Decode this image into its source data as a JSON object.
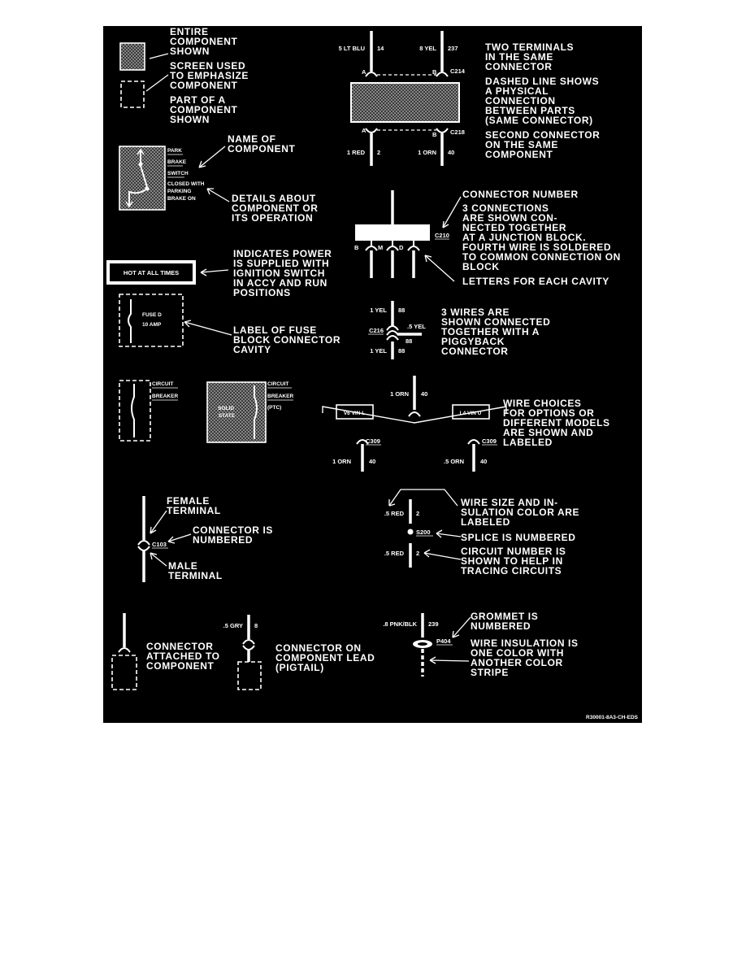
{
  "legend": {
    "component_types": {
      "entire": [
        "ENTIRE",
        "COMPONENT",
        "SHOWN"
      ],
      "screen": [
        "SCREEN USED",
        "TO EMPHASIZE",
        "COMPONENT"
      ],
      "part": [
        "PART OF A",
        "COMPONENT",
        "SHOWN"
      ]
    },
    "two_terminals": {
      "top_left_wire": "5 LT BLU",
      "top_left_circuit": "14",
      "top_right_wire": "8 YEL",
      "top_right_circuit": "237",
      "cavity_a_top": "A",
      "cavity_b_top": "B",
      "connector_top": "C214",
      "cavity_a_bottom": "A",
      "cavity_b_bottom": "B",
      "connector_bottom": "C218",
      "bottom_left_wire": "1 RED",
      "bottom_left_circuit": "2",
      "bottom_right_wire": "1 ORN",
      "bottom_right_circuit": "40",
      "note_terminals": [
        "TWO TERMINALS",
        "IN THE SAME",
        "CONNECTOR"
      ],
      "note_dashed": [
        "DASHED LINE SHOWS",
        "A PHYSICAL",
        "CONNECTION",
        "BETWEEN PARTS",
        "(SAME CONNECTOR)"
      ],
      "note_second": [
        "SECOND CONNECTOR",
        "ON THE SAME",
        "COMPONENT"
      ]
    },
    "park_brake": {
      "name_lines": [
        "PARK",
        "BRAKE",
        "SWITCH"
      ],
      "detail_lines": [
        "CLOSED WITH",
        "PARKING",
        "BRAKE ON"
      ],
      "note_name": [
        "NAME OF",
        "COMPONENT"
      ],
      "note_details": [
        "DETAILS ABOUT",
        "COMPONENT OR",
        "ITS OPERATION"
      ]
    },
    "junction": {
      "note_connector": "CONNECTOR NUMBER",
      "connector_number": "C210",
      "cavities": [
        "B",
        "M",
        "D"
      ],
      "note_connections": [
        "3 CONNECTIONS",
        "ARE SHOWN CON-",
        "NECTED TOGETHER",
        "AT A JUNCTION BLOCK.",
        "FOURTH WIRE IS SOLDERED",
        "TO COMMON CONNECTION ON",
        "BLOCK"
      ],
      "note_letters": "LETTERS FOR EACH CAVITY"
    },
    "power": {
      "hot_label": "HOT AT ALL TIMES",
      "note": [
        "INDICATES POWER",
        "IS SUPPLIED WITH",
        "IGNITION SWITCH",
        "IN ACCY AND RUN",
        "POSITIONS"
      ],
      "fuse_name": "FUSE D",
      "fuse_rating": "10 AMP",
      "note_fuse": [
        "LABEL OF FUSE",
        "BLOCK CONNECTOR",
        "CAVITY"
      ]
    },
    "piggyback": {
      "top_wire": "1 YEL",
      "top_circuit": "88",
      "connector": "C216",
      "side_wire": ".5 YEL",
      "side_circuit": "88",
      "bottom_wire": "1 YEL",
      "bottom_circuit": "88",
      "note": [
        "3 WIRES ARE",
        "SHOWN CONNECTED",
        "TOGETHER WITH A",
        "PIGGYBACK",
        "CONNECTOR"
      ]
    },
    "breakers": {
      "cb1_lines": [
        "CIRCUIT",
        "BREAKER"
      ],
      "cb2_lines": [
        "CIRCUIT",
        "BREAKER",
        "(PTC)"
      ],
      "solid_state": [
        "SOLID",
        "STATE"
      ]
    },
    "wire_choices": {
      "top_wire": "1 ORN",
      "top_circuit": "40",
      "left_option": "V6 VIN L",
      "right_option": "L4 VIN U",
      "connector_left": "C309",
      "connector_right": "C309",
      "left_wire": "1 ORN",
      "left_circuit": "40",
      "right_wire": ".5 ORN",
      "right_circuit": "40",
      "note": [
        "WIRE CHOICES",
        "FOR OPTIONS OR",
        "DIFFERENT MODELS",
        "ARE SHOWN AND",
        "LABELED"
      ]
    },
    "terminals": {
      "note_female": [
        "FEMALE",
        "TERMINAL"
      ],
      "connector": "C103",
      "note_numbered": [
        "CONNECTOR IS",
        "NUMBERED"
      ],
      "note_male": [
        "MALE",
        "TERMINAL"
      ]
    },
    "splice": {
      "top_wire": ".5 RED",
      "top_circuit": "2",
      "splice_number": "S200",
      "bottom_wire": ".5 RED",
      "bottom_circuit": "2",
      "note_size": [
        "WIRE SIZE AND IN-",
        "SULATION COLOR ARE",
        "LABELED"
      ],
      "note_splice": "SPLICE IS NUMBERED",
      "note_circuit": [
        "CIRCUIT NUMBER IS",
        "SHOWN TO HELP IN",
        "TRACING CIRCUITS"
      ]
    },
    "bottom_row": {
      "note_attached": [
        "CONNECTOR",
        "ATTACHED TO",
        "COMPONENT"
      ],
      "pigtail_wire": ".5 GRY",
      "pigtail_circuit": "8",
      "note_pigtail": [
        "CONNECTOR ON",
        "COMPONENT LEAD",
        "(PIGTAIL)"
      ],
      "grommet_wire": ".8 PNK/BLK",
      "grommet_circuit": "239",
      "grommet_number": "P404",
      "note_grommet": [
        "GROMMET IS",
        "NUMBERED"
      ],
      "note_stripe": [
        "WIRE INSULATION IS",
        "ONE COLOR WITH",
        "ANOTHER COLOR",
        "STRIPE"
      ]
    },
    "figure_id": "R30001-8A3-CH-EDS"
  }
}
